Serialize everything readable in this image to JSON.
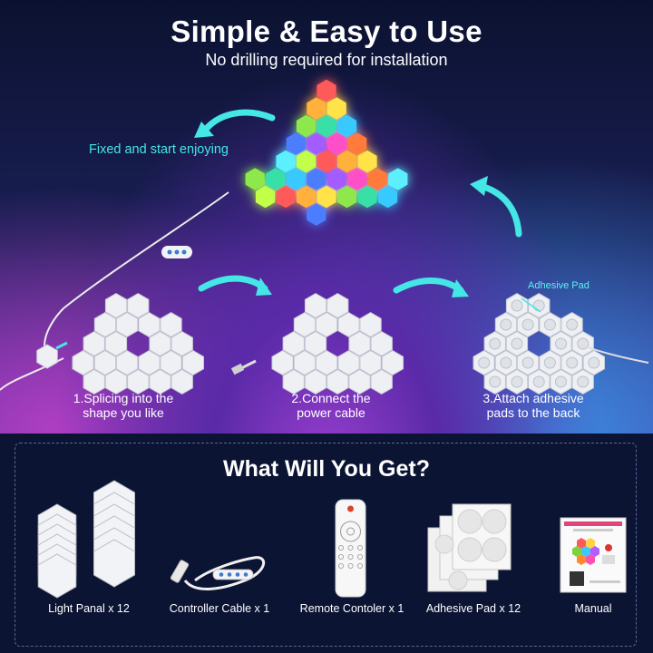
{
  "header": {
    "title": "Simple & Easy to Use",
    "subtitle": "No drilling required for installation"
  },
  "hero": {
    "tagline": "Fixed and start enjoying"
  },
  "steps": [
    {
      "line1": "1.Splicing into the",
      "line2": "shape you like"
    },
    {
      "line1": "2.Connect the",
      "line2": "power cable"
    },
    {
      "line1": "3.Attach adhesive",
      "line2": "pads to the back"
    }
  ],
  "adhesive_callout": "Adhesive Pad",
  "package": {
    "title": "What Will You Get?",
    "items": [
      {
        "label": "Light Panal x 12",
        "icon": "hex-panel-stack"
      },
      {
        "label": "Controller Cable x 1",
        "icon": "usb-cable"
      },
      {
        "label": "Remote Contoler x 1",
        "icon": "remote-control"
      },
      {
        "label": "Adhesive Pad x 12",
        "icon": "adhesive-sheets"
      },
      {
        "label": "Manual",
        "icon": "manual-booklet"
      }
    ]
  },
  "colors": {
    "accent_cyan": "#45e6e6",
    "background_dark": "#0b1433",
    "panel_white": "#f2f3f6"
  }
}
